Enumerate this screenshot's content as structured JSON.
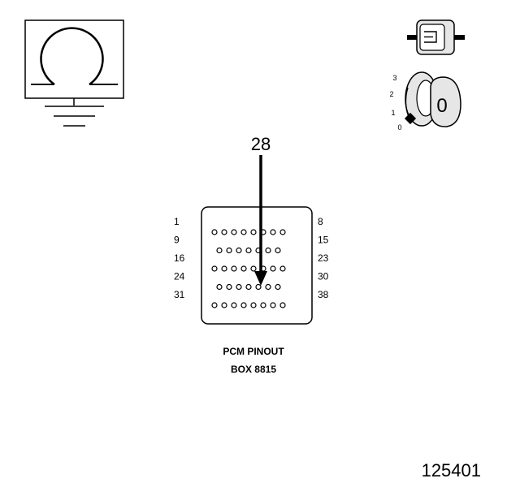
{
  "callout": {
    "pin_number": "28"
  },
  "connector": {
    "rows": [
      {
        "start": "1",
        "end": "8",
        "pins": 8
      },
      {
        "start": "9",
        "end": "15",
        "pins": 7
      },
      {
        "start": "16",
        "end": "23",
        "pins": 8
      },
      {
        "start": "24",
        "end": "30",
        "pins": 7
      },
      {
        "start": "31",
        "end": "38",
        "pins": 8
      }
    ],
    "caption_line1": "PCM PINOUT",
    "caption_line2": "BOX 8815"
  },
  "ignition_switch": {
    "positions": [
      "3",
      "2",
      "1",
      "0"
    ],
    "key_label": "0"
  },
  "figure_number": "125401",
  "icons": {
    "ohmmeter": "ohm-meter-icon",
    "ground": "ground-icon",
    "connector": "connector-plug-icon",
    "key": "ignition-key-icon"
  },
  "colors": {
    "ink": "#000000",
    "key_fill": "#e6e6e6",
    "paper": "#ffffff"
  }
}
